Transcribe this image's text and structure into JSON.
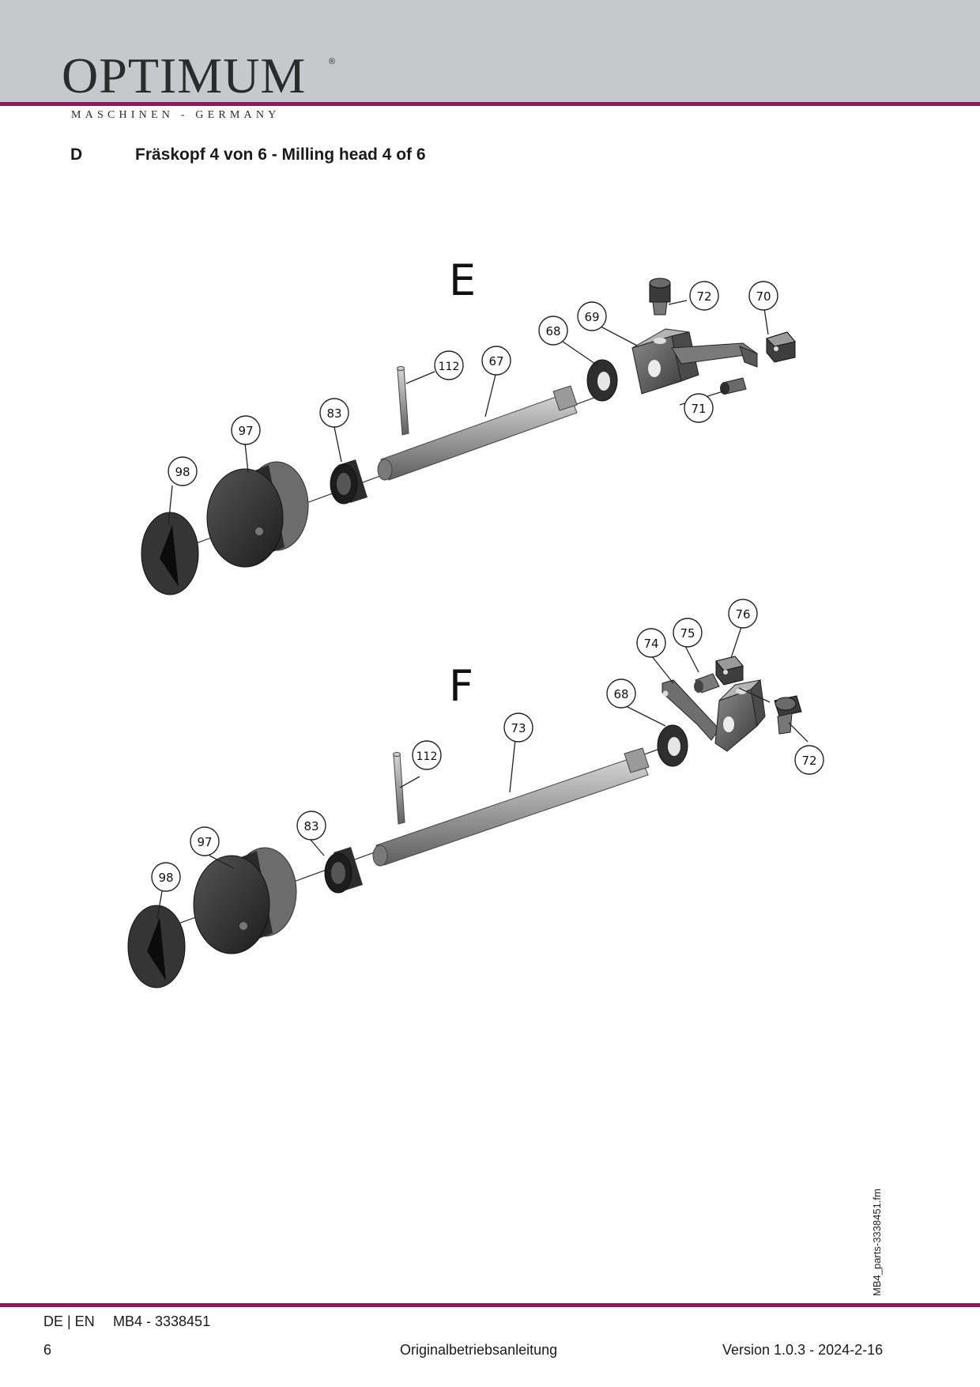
{
  "header": {
    "brand": "OPTIMUM",
    "brand_mark": "®",
    "tagline": "MASCHINEN - GERMANY"
  },
  "section": {
    "letter": "D",
    "title": "Fräskopf 4 von 6 - Milling head 4 of 6"
  },
  "assemblies": [
    {
      "label": "E",
      "callouts": [
        "98",
        "97",
        "83",
        "112",
        "67",
        "68",
        "69",
        "72",
        "70",
        "71"
      ]
    },
    {
      "label": "F",
      "callouts": [
        "98",
        "97",
        "83",
        "112",
        "73",
        "68",
        "74",
        "75",
        "76",
        "72"
      ]
    }
  ],
  "side_note": "MB4_parts-3338451.fm",
  "footer": {
    "languages": "DE | EN",
    "model": "MB4 - 3338451",
    "page_number": "6",
    "doc_type": "Originalbetriebsanleitung",
    "version": "Version 1.0.3 - 2024-2-16"
  }
}
